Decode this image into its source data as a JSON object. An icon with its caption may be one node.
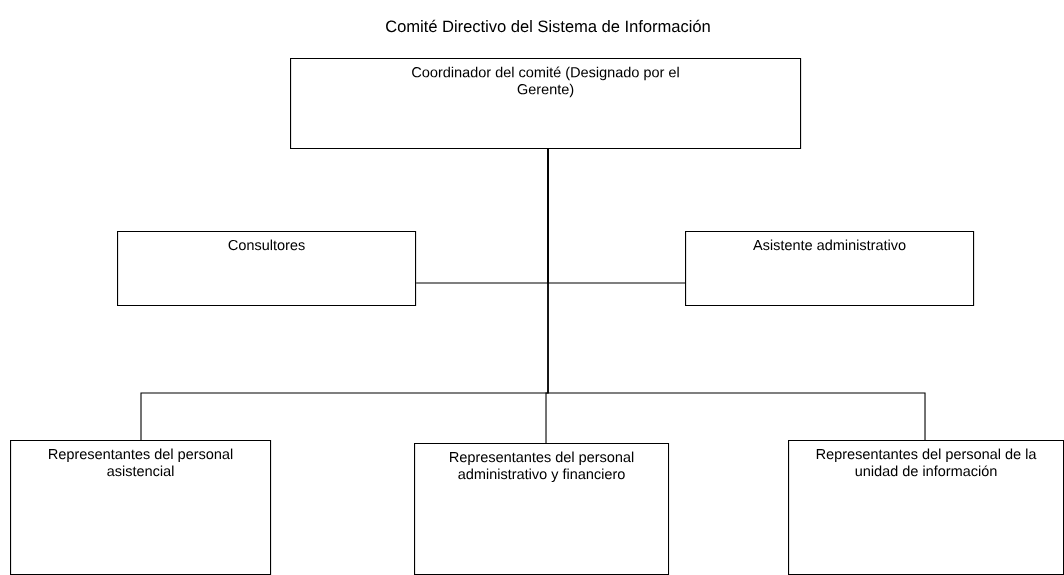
{
  "diagram": {
    "title": "Comité Directivo del Sistema de Información",
    "nodes": [
      {
        "text": [
          "Coordinador del comité (Designado por el Gerente)"
        ]
      },
      {
        "text": [
          "Consultores"
        ]
      },
      {
        "text": [
          "Asistente administrativo"
        ]
      },
      {
        "text": [
          "Representantes del personal asistencial"
        ]
      },
      {
        "text": [
          "Representantes del personal administrativo y financiero"
        ]
      },
      {
        "text": [
          "Representantes del personal de la unidad de información"
        ]
      }
    ],
    "edges": [
      {
        "from": 0,
        "to": 1,
        "arrow": "none"
      },
      {
        "from": 0,
        "to": 2,
        "arrow": "none"
      },
      {
        "from": 0,
        "to": 3,
        "arrow": "none"
      },
      {
        "from": 0,
        "to": 4,
        "arrow": "none"
      },
      {
        "from": 0,
        "to": 5,
        "arrow": "none"
      }
    ]
  }
}
